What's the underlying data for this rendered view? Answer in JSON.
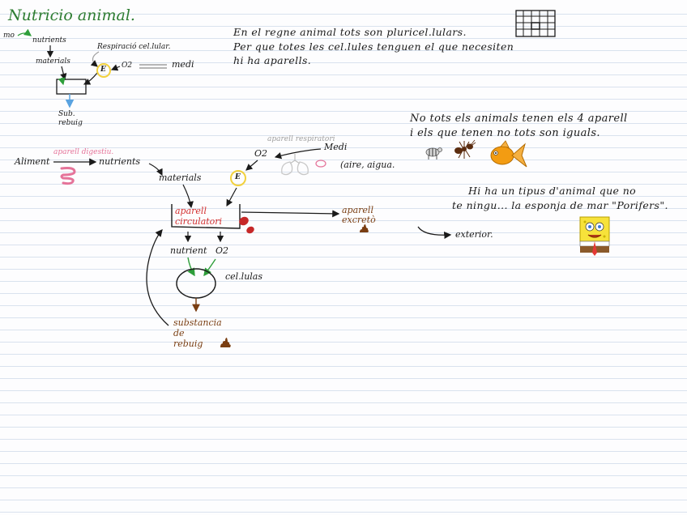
{
  "title": "Nutricio animal.",
  "left_diagram": {
    "mo": "mo",
    "nutrients": "nutrients",
    "materials": "materials",
    "respiracio": "Respiració cel.lular.",
    "e": "E",
    "o2": "O2",
    "medi": "medi",
    "residus": "Sub.\nrebuig"
  },
  "intro": {
    "line1": "En el regne animal tots son pluricel.lulars.",
    "line2": "Per que totes les cel.lules tenguen el que necesiten",
    "line3": "hi ha aparells."
  },
  "note_aparells": {
    "line1": "No tots els animals tenen els 4 aparell",
    "line2": "i els que tenen no tots son iguals."
  },
  "note_porifers": {
    "line1": "Hi ha un tipus d'animal que no",
    "line2": "te ningu... la esponja de mar \"Porifers\"."
  },
  "main_diagram": {
    "aliment": "Aliment",
    "aparell_digestiu": "aparell digestiu.",
    "nutrients": "nutrients",
    "materials": "materials",
    "aparell_respiratori": "aparell respiratori",
    "o2_top": "O2",
    "medi": "Medi",
    "aire_aigua": "(aire, aigua.",
    "e": "E",
    "aparell_circulatori": "aparell\ncirculatori",
    "aparell_excretor": "aparell\nexcretò",
    "exterior": "exterior.",
    "nutrient": "nutrient",
    "o2_bottom": "O2",
    "cel_lules": "cel.lulas",
    "substancia": "substancia\nde\nrebuig"
  },
  "colors": {
    "ink": "#1a1a1a",
    "title_green": "#2e7d32",
    "red": "#d32f2f",
    "pink": "#e57399",
    "brown": "#7a3e12",
    "yellow": "#f2d13d",
    "arrow_green": "#2e9e3a",
    "arrow_blue": "#5aa3e0"
  },
  "icons": [
    "calendar-grid-icon",
    "zebra-icon",
    "ant-icon",
    "goldfish-icon",
    "spongebob-icon",
    "intestine-icon",
    "lungs-icon",
    "blood-cells-icon",
    "poop-icon"
  ]
}
